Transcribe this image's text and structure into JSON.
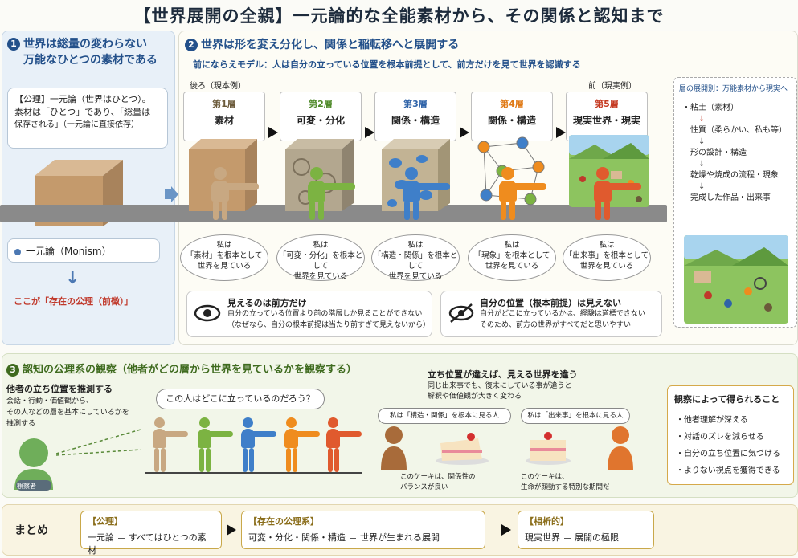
{
  "title": "【世界展開の全親】一元論的な全能素材から、その関係と認知まで",
  "section1": {
    "num": "1",
    "heading_l1": "世界は総量の変わらない",
    "heading_l2": "万能なひとつの素材である",
    "axiom_l1": "【公理】一元論（世界はひとつ）。",
    "axiom_l2": "素材は「ひとつ」であり、「総量は",
    "axiom_l3": "保存される」（一元論に直接依存）",
    "monism_label": "一元論（Monism）",
    "down_arrow": "↓",
    "footnote": "ここが「存在の公理（前徴）」"
  },
  "section2": {
    "num": "2",
    "heading": "世界は形を変え分化し、関係と稲転移へと展開する",
    "subheading": "前にならえモデル：人は自分の立っている位置を根本前提として、前方だけを見て世界を認識する",
    "back_label": "後ろ（現本例）",
    "front_label": "前（現実例）",
    "layers": [
      {
        "num": "第1層",
        "name": "素材",
        "num_color": "#6b5a3a",
        "bubble_l2": "「素材」を根本として",
        "bubble_l3": "世界を見ている"
      },
      {
        "num": "第2層",
        "name": "可変・分化",
        "num_color": "#4f8a2a",
        "bubble_l2": "「可変・分化」を根本として",
        "bubble_l3": "世界を見ている"
      },
      {
        "num": "第3層",
        "name": "関係・構造",
        "num_color": "#2f63a8",
        "bubble_l2": "「構造・関係」を根本として",
        "bubble_l3": "世界を見ている"
      },
      {
        "num": "第4層",
        "name": "関係・構造",
        "num_color": "#e07a16",
        "bubble_l2": "「現象」を根本として",
        "bubble_l3": "世界を見ている"
      },
      {
        "num": "第5層",
        "name": "現実世界・現実",
        "num_color": "#c53a22",
        "bubble_l2": "「出来事」を根本として",
        "bubble_l3": "世界を見ている"
      }
    ],
    "bubble_l1": "私は",
    "eye_title": "見えるのは前方だけ",
    "eye_l1": "自分の立っている位置より前の階層しか見ることができない",
    "eye_l2": "（なぜなら、自分の根本前提は当たり前すぎて見えないから）",
    "noeye_title": "自分の位置（根本前提）は見えない",
    "noeye_l1": "自分がどこに立っているかは、経験は道標できない",
    "noeye_l2": "そのため、前方の世界がすべてだと思いやすい",
    "side_title": "層の展開別：万能素材から現実へ",
    "side_items": [
      "・粘土（素材）",
      "性質（柔らかい、私も等）",
      "形の設計・構造",
      "乾燥や焼成の流程・現象",
      "完成した作品・出来事"
    ],
    "side_arrow": "↓"
  },
  "section3": {
    "num": "3",
    "heading": "認知の公理系の観察（他者がどの層から世界を見ているかを観察する）",
    "infer_title": "他者の立ち位置を推測する",
    "infer_l1": "会話・行動・価値観から、",
    "infer_l2": "その人などの層を基本にしているかを",
    "infer_l3": "推測する",
    "observer": "観察者",
    "question": "この人はどこに立っているのだろう？",
    "diff_title": "立ち位置が違えば、見える世界を違う",
    "diff_l1": "同じ出来事でも、復末にしている事が違うと",
    "diff_l2": "解釈や価値観が大きく変わる",
    "bubble_a": "私は「構造・関係」を根本に見る人",
    "bubble_b": "私は「出来事」を根本に見る人",
    "cake_a_l1": "このケーキは、関係性の",
    "cake_a_l2": "バランスが良い",
    "cake_b_l1": "このケーキは、",
    "cake_b_l2": "生命が顔動する特別な期間だ",
    "gain_title": "観察によって得られること",
    "gains": [
      "・他者理解が深える",
      "・対話のズレを減らせる",
      "・自分の立ち位置に気づける",
      "・よりない視点を獲得できる"
    ]
  },
  "summary": {
    "label": "まとめ",
    "box1_title": "【公理】",
    "box1_text": "一元論 ＝ すべてはひとつの素材",
    "box2_title": "【存在の公理系】",
    "box2_text": "可変・分化・関係・構造 ＝ 世界が生まれる展開",
    "box3_title": "【相析的】",
    "box3_text": "現実世界 ＝ 展開の極限"
  },
  "colors": {
    "layer1": "#c8a882",
    "layer2": "#7cb342",
    "layer3": "#3f7fc9",
    "layer4": "#ef8c1e",
    "layer5": "#e05a2e"
  }
}
